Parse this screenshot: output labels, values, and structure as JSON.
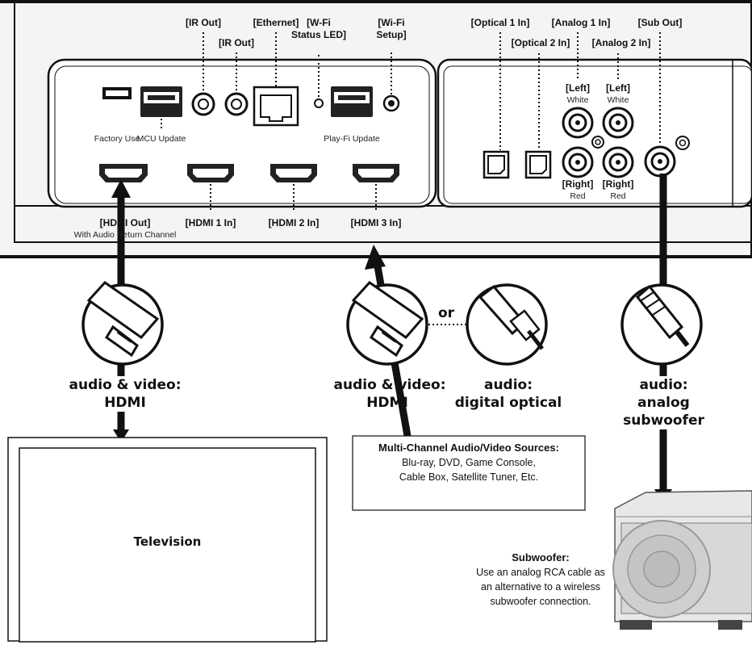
{
  "ports": {
    "ir_out_1": "[IR Out]",
    "ir_out_2": "[IR Out]",
    "ethernet": "[Ethernet]",
    "wifi_status_line1": "[W-Fi",
    "wifi_status_line2": "Status LED]",
    "wifi_setup_line1": "[Wi-Fi",
    "wifi_setup_line2": "Setup]",
    "optical_1": "[Optical 1 In]",
    "optical_2": "[Optical 2 In]",
    "analog_1": "[Analog 1 In]",
    "analog_2": "[Analog 2 In]",
    "sub_out": "[Sub Out]",
    "factory_use": "Factory Use",
    "mcu_update": "MCU Update",
    "playfi_update": "Play-Fi Update",
    "left_1": "[Left]",
    "white_1": "White",
    "left_2": "[Left]",
    "white_2": "White",
    "right_1": "[Right]",
    "red_1": "Red",
    "right_2": "[Right]",
    "red_2": "Red",
    "hdmi_out": "[HDMI Out]",
    "hdmi_out_note": "With Audio Return Channel",
    "hdmi_1": "[HDMI 1 In]",
    "hdmi_2": "[HDMI 2 In]",
    "hdmi_3": "[HDMI 3 In]"
  },
  "connections": {
    "tv_line1": "audio & video:",
    "tv_line2": "HDMI",
    "src_line1": "audio & video:",
    "src_line2": "HDMI",
    "or": "or",
    "optical_line1": "audio:",
    "optical_line2": "digital optical",
    "sub_line1": "audio:",
    "sub_line2": "analog",
    "sub_line3": "subwoofer"
  },
  "television": {
    "label": "Television"
  },
  "sources": {
    "title": "Multi-Channel Audio/Video Sources:",
    "line1": "Blu-ray, DVD, Game Console,",
    "line2": "Cable Box, Satellite Tuner, Etc."
  },
  "subwoofer": {
    "title": "Subwoofer:",
    "line1": "Use an analog RCA cable as",
    "line2": "an alternative to a wireless",
    "line3": "subwoofer connection."
  }
}
